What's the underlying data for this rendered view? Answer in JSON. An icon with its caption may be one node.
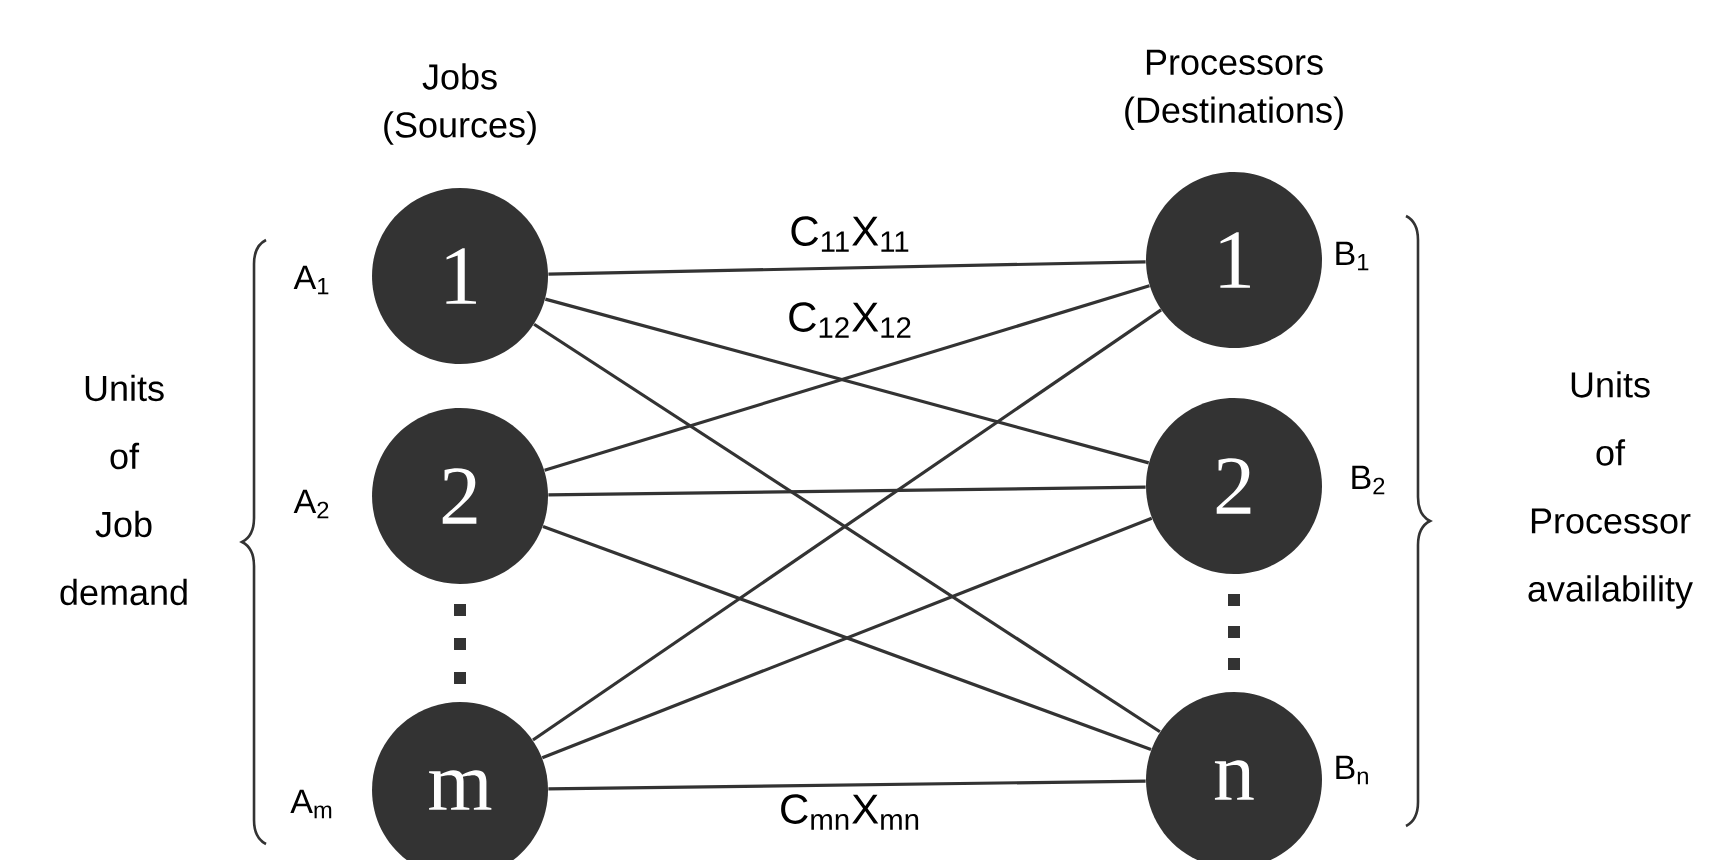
{
  "diagram": {
    "nodes": [
      {
        "text": [
          "1"
        ],
        "beside": [
          "A$_{1}$"
        ]
      },
      {
        "text": [
          "2"
        ],
        "beside": [
          "A$_{2}$"
        ]
      },
      {
        "text": [
          "m"
        ],
        "beside": [
          "A$_{m}$"
        ]
      },
      {
        "text": [
          "1"
        ],
        "beside": [
          "B$_{1}$"
        ]
      },
      {
        "text": [
          "2"
        ],
        "beside": [
          "B$_{2}$"
        ]
      },
      {
        "text": [
          "n"
        ],
        "beside": [
          "B$_{n}$"
        ]
      }
    ],
    "edges": [
      {
        "from": 0,
        "to": 3,
        "arrow": "none",
        "label": "C$_{11}$X$_{11}$"
      },
      {
        "from": 0,
        "to": 4,
        "arrow": "none",
        "label": "C$_{12}$X$_{12}$"
      },
      {
        "from": 0,
        "to": 5,
        "arrow": "none"
      },
      {
        "from": 1,
        "to": 3,
        "arrow": "none"
      },
      {
        "from": 1,
        "to": 4,
        "arrow": "none"
      },
      {
        "from": 1,
        "to": 5,
        "arrow": "none"
      },
      {
        "from": 2,
        "to": 3,
        "arrow": "none"
      },
      {
        "from": 2,
        "to": 4,
        "arrow": "none"
      },
      {
        "from": 2,
        "to": 5,
        "arrow": "none",
        "label": "C$_{mn}$X$_{mn}$"
      }
    ],
    "labels": [
      "Jobs (Sources)",
      "Processors (Destinations)",
      "Units of Job demand",
      "Units of Processor availability"
    ]
  }
}
